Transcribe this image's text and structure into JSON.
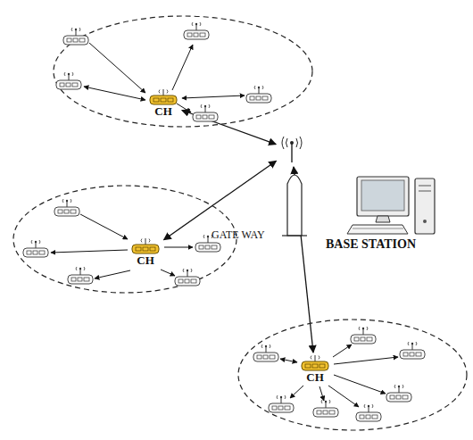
{
  "diagram": {
    "nodes": [
      {
        "text": [
          "CH"
        ]
      },
      {
        "text": [
          "GATE WAY"
        ]
      },
      {
        "text": [
          "BASE STATION"
        ]
      },
      {
        "text": [
          "CH"
        ]
      },
      {
        "text": [
          "CH"
        ]
      }
    ],
    "edges": [
      {
        "from": 0,
        "to": 1,
        "arrow": "both"
      },
      {
        "from": 1,
        "to": 3,
        "arrow": "both"
      },
      {
        "from": 1,
        "to": 4,
        "arrow": "both"
      }
    ]
  }
}
